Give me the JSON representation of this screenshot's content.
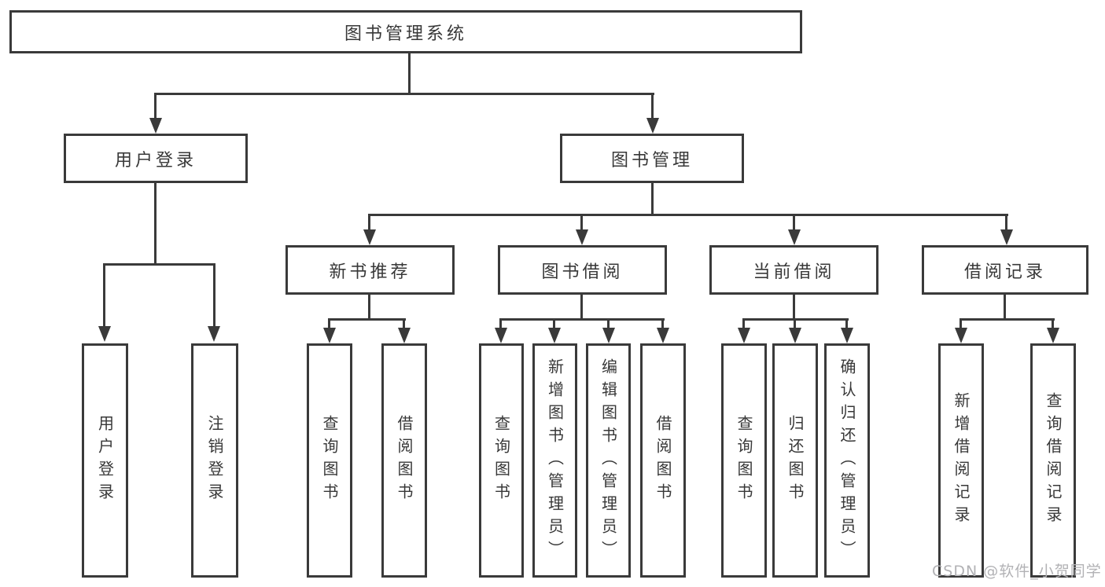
{
  "diagram_title": "图书管理系统",
  "colors": {
    "line": "#3a3a3a",
    "border": "#3a3a3a",
    "text": "#383838",
    "background": "#ffffff",
    "watermark": "#b2b2b5"
  },
  "watermark": {
    "text": "CSDN @软件_小贺同学"
  },
  "tree": {
    "root": {
      "label": "图书管理系统"
    },
    "branches": [
      {
        "label": "用户登录",
        "children": [
          {
            "label": "用户登录"
          },
          {
            "label": "注销登录"
          }
        ]
      },
      {
        "label": "图书管理",
        "children": [
          {
            "label": "新书推荐",
            "children": [
              {
                "label": "查询图书"
              },
              {
                "label": "借阅图书"
              }
            ]
          },
          {
            "label": "图书借阅",
            "children": [
              {
                "label": "查询图书"
              },
              {
                "label": "新增图书（管理员）"
              },
              {
                "label": "编辑图书（管理员）"
              },
              {
                "label": "借阅图书"
              }
            ]
          },
          {
            "label": "当前借阅",
            "children": [
              {
                "label": "查询图书"
              },
              {
                "label": "归还图书"
              },
              {
                "label": "确认归还（管理员）"
              }
            ]
          },
          {
            "label": "借阅记录",
            "children": [
              {
                "label": "新增借阅记录"
              },
              {
                "label": "查询借阅记录"
              }
            ]
          }
        ]
      }
    ]
  }
}
